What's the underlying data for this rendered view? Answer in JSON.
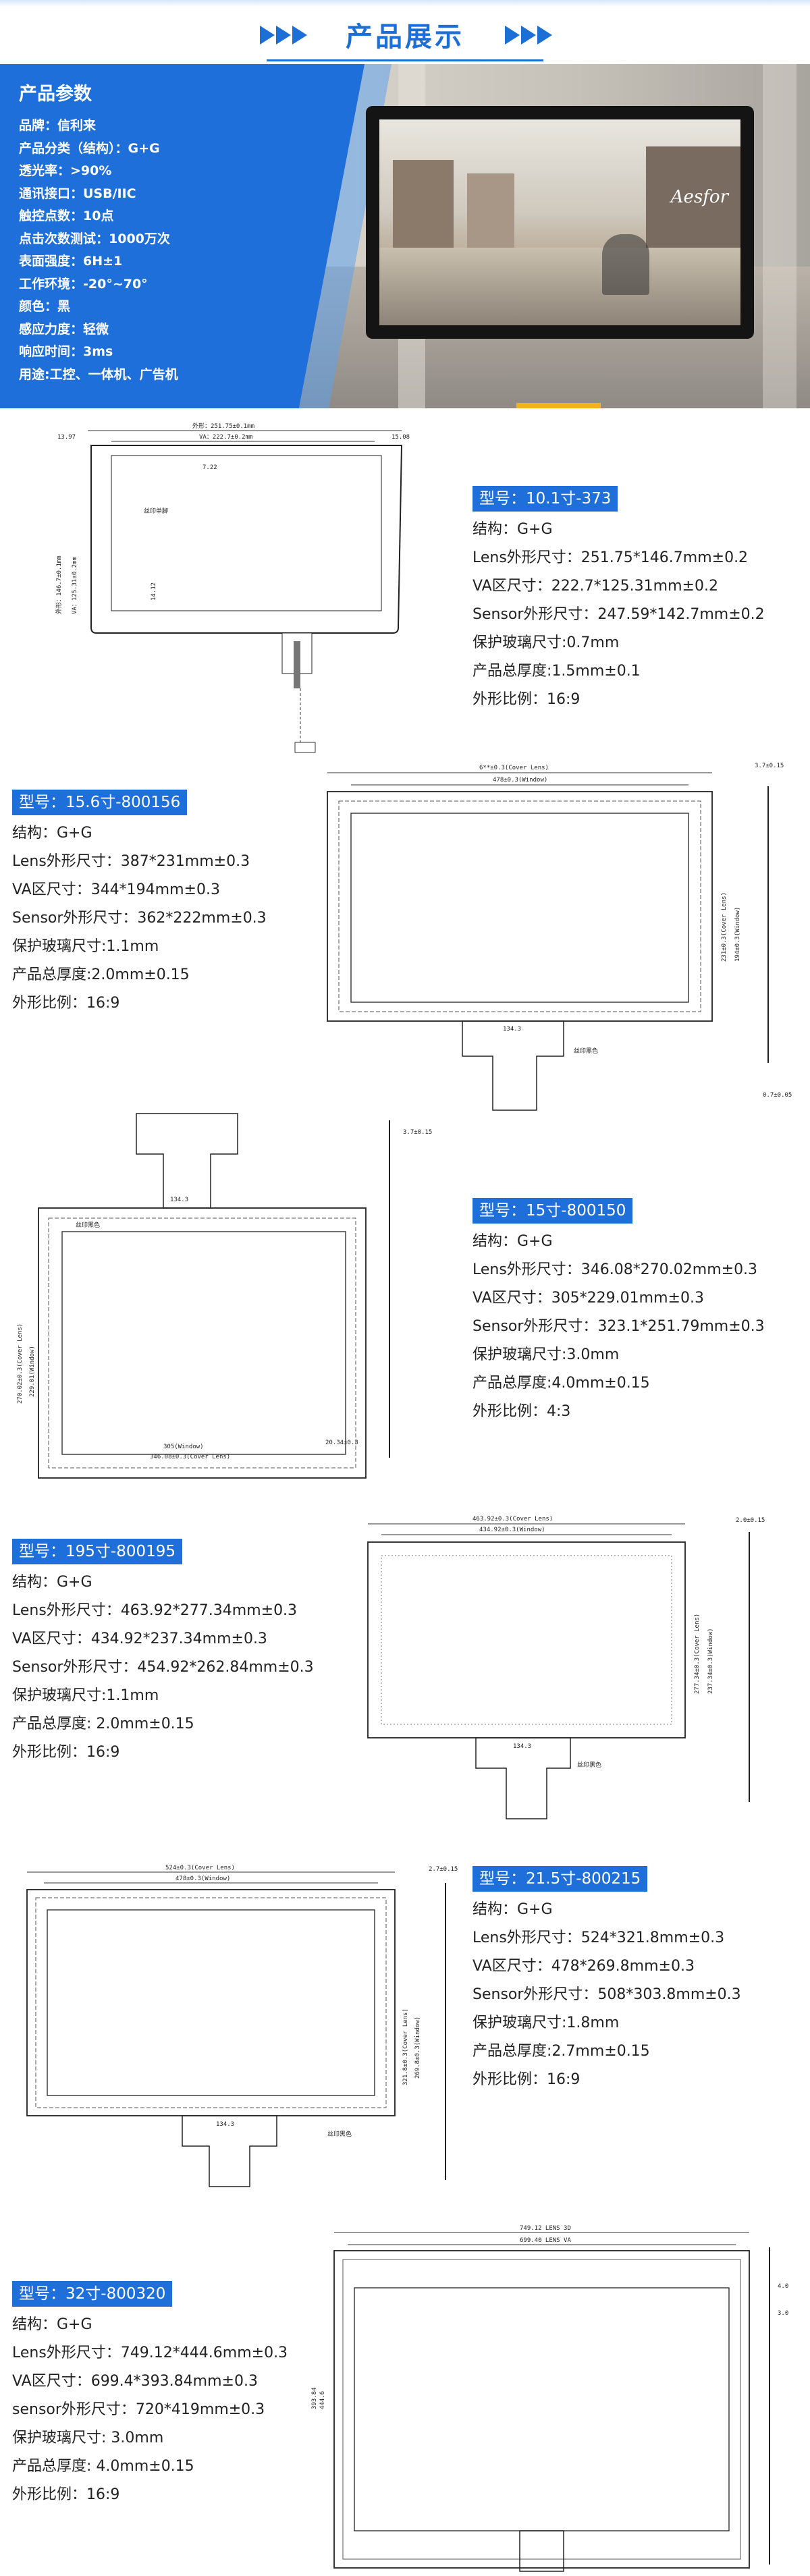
{
  "header": {
    "title": "产品展示"
  },
  "banner": {
    "spec_title": "产品参数",
    "specs": [
      "品牌：信利来",
      "产品分类（结构）：G+G",
      "透光率：>90%",
      "通讯接口：USB/IIC",
      "触控点数：10点",
      "点击次数测试：1000万次",
      "表面强度：6H±1",
      "工作环境：-20°~70°",
      "颜色：黑",
      "感应力度：轻微",
      "响应时间：3ms",
      "用途:工控、一体机、广告机"
    ],
    "screen_sign": "Aesfor"
  },
  "models": [
    {
      "tag": "型号：10.1寸-373",
      "lines": [
        "结构：G+G",
        "Lens外形尺寸：251.75*146.7mm±0.2",
        "VA区尺寸：222.7*125.31mm±0.2",
        "Sensor外形尺寸：247.59*142.7mm±0.2",
        "保护玻璃尺寸:0.7mm",
        "产品总厚度:1.5mm±0.1",
        "外形比例：16:9"
      ]
    },
    {
      "tag": "型号：15.6寸-800156",
      "lines": [
        "结构：G+G",
        "Lens外形尺寸：387*231mm±0.3",
        "VA区尺寸：344*194mm±0.3",
        "Sensor外形尺寸：362*222mm±0.3",
        "保护玻璃尺寸:1.1mm",
        "产品总厚度:2.0mm±0.15",
        "外形比例：16:9"
      ]
    },
    {
      "tag": "型号：15寸-800150",
      "lines": [
        "结构：G+G",
        "Lens外形尺寸：346.08*270.02mm±0.3",
        "VA区尺寸：305*229.01mm±0.3",
        "Sensor外形尺寸：323.1*251.79mm±0.3",
        "保护玻璃尺寸:3.0mm",
        "产品总厚度:4.0mm±0.15",
        "外形比例：4:3"
      ]
    },
    {
      "tag": "型号：195寸-800195",
      "lines": [
        "结构：G+G",
        "Lens外形尺寸：463.92*277.34mm±0.3",
        "VA区尺寸：434.92*237.34mm±0.3",
        "Sensor外形尺寸：454.92*262.84mm±0.3",
        "保护玻璃尺寸:1.1mm",
        "产品总厚度: 2.0mm±0.15",
        "外形比例：16:9"
      ]
    },
    {
      "tag": "型号：21.5寸-800215",
      "lines": [
        "结构：G+G",
        "Lens外形尺寸：524*321.8mm±0.3",
        "VA区尺寸：478*269.8mm±0.3",
        "Sensor外形尺寸：508*303.8mm±0.3",
        "保护玻璃尺寸:1.8mm",
        "产品总厚度:2.7mm±0.15",
        "外形比例：16:9"
      ]
    },
    {
      "tag": "型号：32寸-800320",
      "lines": [
        "结构：G+G",
        "Lens外形尺寸：749.12*444.6mm±0.3",
        "VA区尺寸：699.4*393.84mm±0.3",
        "sensor外形尺寸：720*419mm±0.3",
        "保护玻璃尺寸: 3.0mm",
        "产品总厚度: 4.0mm±0.15",
        "外形比例：16:9"
      ]
    }
  ],
  "drawings": {
    "d1": {
      "outer": "外形：251.75±0.1mm",
      "va": "VA：222.7±0.2mm",
      "left": "13.97",
      "right": "15.08",
      "print": "丝印单脚",
      "dim1": "7.22",
      "dim2": "14.12",
      "height1": "外形：146.7±0.1mm",
      "height2": "VA：125.31±0.2mm"
    },
    "d2": {
      "cover": "6**±0.3(Cover Lens)",
      "win": "478±0.3(Window)",
      "print": "丝印黑色",
      "h1": "231±0.3(Cover Lens)",
      "h2": "194±0.3(Window)",
      "tail": "134.3",
      "t1": "3.7±0.15",
      "t2": "0.7±0.05"
    },
    "d3": {
      "w1": "305(Window)",
      "w2": "346.08±0.3(Cover Lens)",
      "h1": "270.02±0.3(Cover Lens)",
      "h2": "229.01(Window)",
      "print": "丝印黑色",
      "tail": "134.3",
      "t1": "3.7±0.15",
      "t2": "20.34±0.3"
    },
    "d4": {
      "cover": "463.92±0.3(Cover Lens)",
      "win": "434.92±0.3(Window)",
      "print": "丝印黑色",
      "h1": "277.34±0.3(Cover Lens)",
      "h2": "237.34±0.3(Window)",
      "tail": "134.3",
      "t1": "2.0±0.15"
    },
    "d5": {
      "cover": "524±0.3(Cover Lens)",
      "win": "478±0.3(Window)",
      "print": "丝印黑色",
      "h1": "321.8±0.3(Cover Lens)",
      "h2": "269.8±0.3(Window)",
      "tail": "134.3",
      "t1": "2.7±0.15"
    },
    "d6": {
      "cover": "749.12 LENS 3D",
      "win": "699.40 LENS VA",
      "h1": "444.6",
      "h2": "393.84",
      "t1": "4.0",
      "t2": "3.0"
    }
  }
}
